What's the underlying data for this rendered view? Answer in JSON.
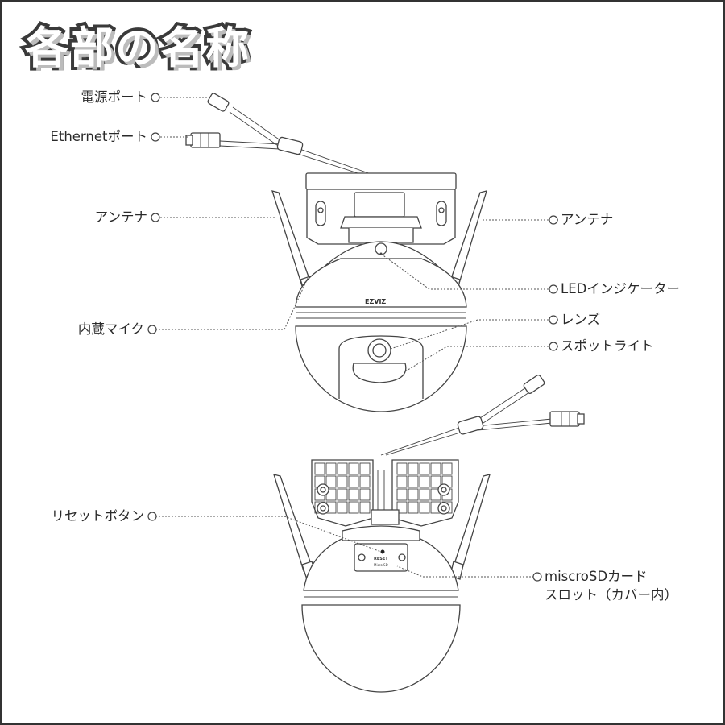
{
  "title": "各部の名称",
  "callouts": {
    "power_port": "電源ポート",
    "ethernet_port": "Ethernetポート",
    "antenna_left": "アンテナ",
    "antenna_right": "アンテナ",
    "led_indicator": "LEDインジケーター",
    "microphone": "内蔵マイク",
    "lens": "レンズ",
    "spotlight": "スポットライト",
    "reset_button": "リセットボタン",
    "microsd_slot_line1": "miscroSDカード",
    "microsd_slot_line2": "スロット（カバー内）"
  },
  "product_markings": {
    "brand_logo": "EZVIZ",
    "reset_text": "RESET",
    "micro_sd_text": "Micro SD"
  }
}
